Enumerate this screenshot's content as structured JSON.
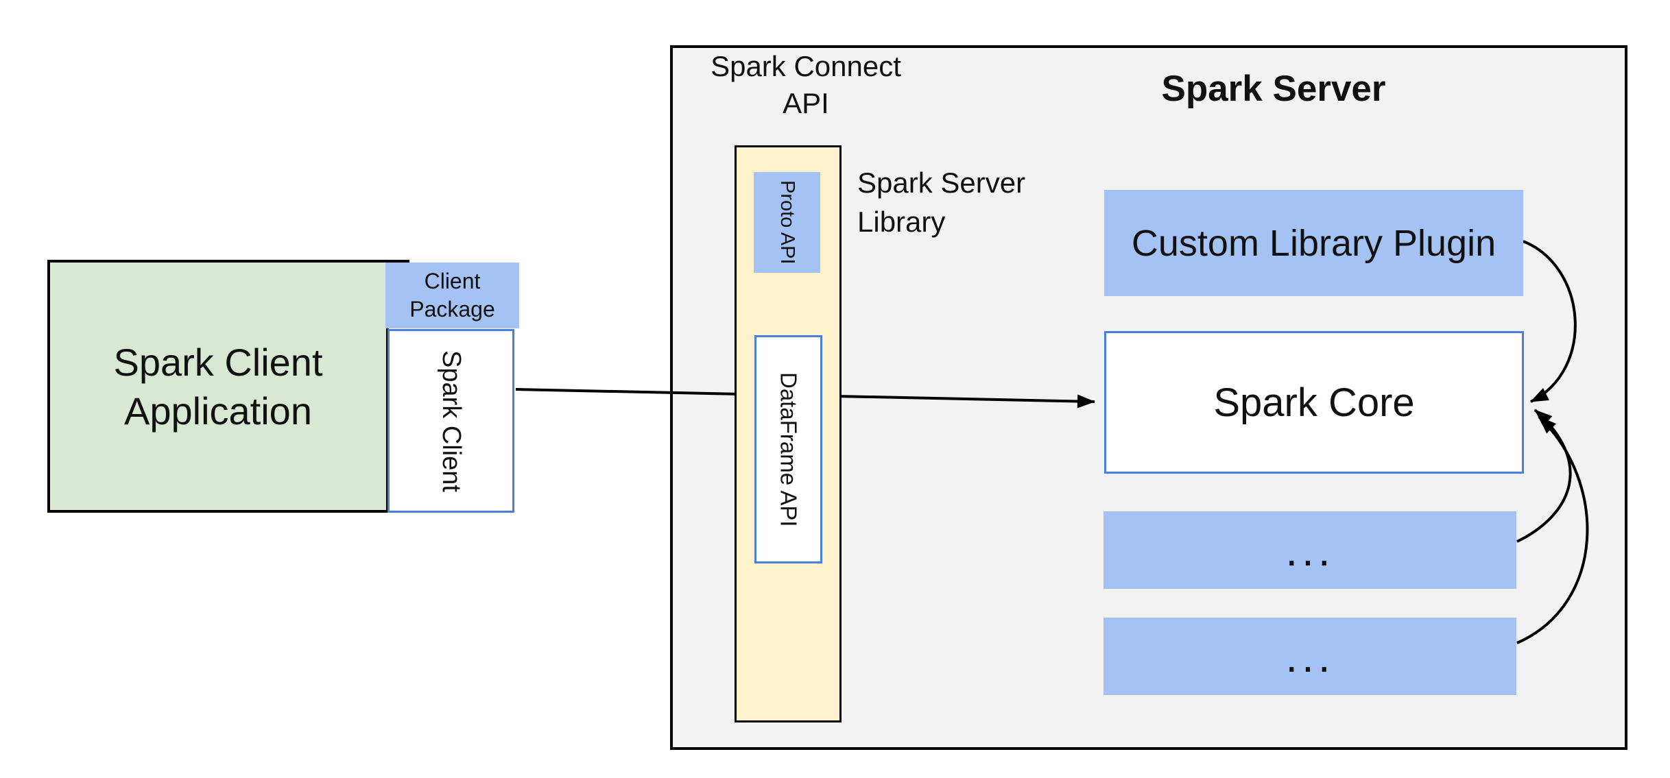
{
  "client": {
    "app_line1": "Spark Client",
    "app_line2": "Application",
    "package_line1": "Client",
    "package_line2": "Package",
    "spark_client": "Spark Client"
  },
  "connect_api": {
    "title_line1": "Spark Connect",
    "title_line2": "API",
    "proto_api": "Proto API",
    "dataframe_api": "DataFrame API",
    "library_line1": "Spark Server",
    "library_line2": "Library"
  },
  "server": {
    "title": "Spark Server",
    "plugin": "Custom Library Plugin",
    "core": "Spark Core",
    "more_top": "...",
    "more_bottom": "..."
  },
  "colors": {
    "canvas_bg": "#ffffff",
    "panel_gray": "#f2f2f2",
    "client_green": "#d9e8d3",
    "accent_blue": "#a4c2f4",
    "accent_blue_border": "#4a7fe0",
    "api_yellow": "#fdf2cc",
    "line_black": "#000000"
  }
}
